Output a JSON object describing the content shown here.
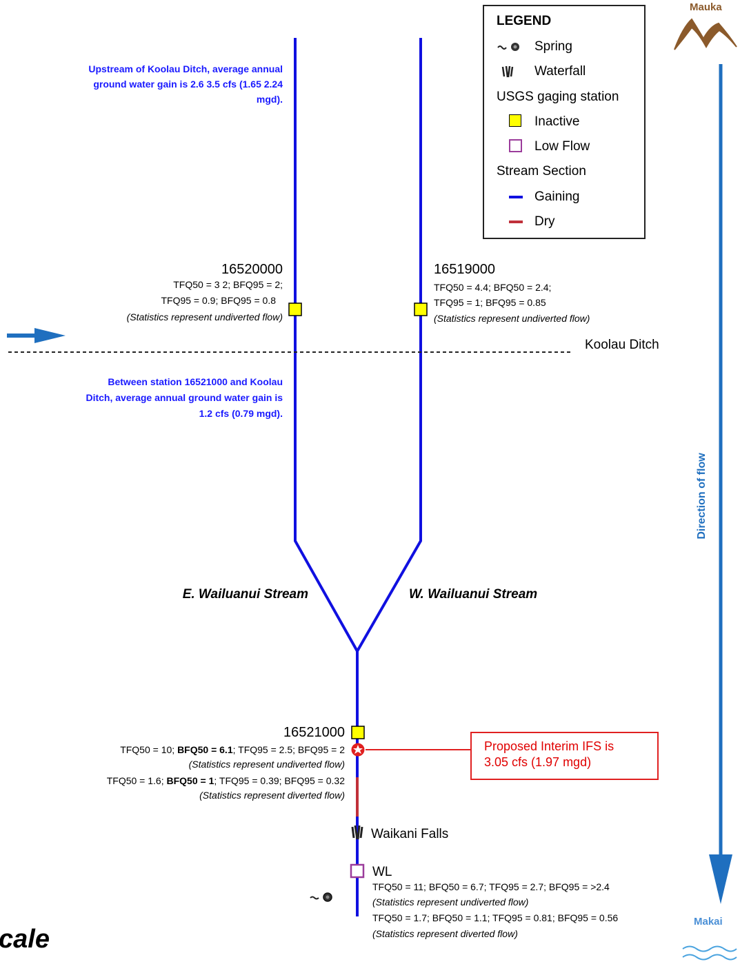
{
  "legend": {
    "title": "LEGEND",
    "spring": "Spring",
    "waterfall": "Waterfall",
    "gaging_heading": "USGS gaging station",
    "inactive": "Inactive",
    "low_flow": "Low Flow",
    "section_heading": "Stream Section",
    "gaining": "Gaining",
    "dry": "Dry"
  },
  "orientation": {
    "mauka": "Mauka",
    "makai": "Makai",
    "direction": "Direction of flow"
  },
  "notes": {
    "upstream": [
      "Upstream of Koolau Ditch, average annual",
      "ground water gain is 2.6 3.5 cfs (1.65 2.24",
      "mgd)."
    ],
    "between": [
      "Between station 16521000 and Koolau",
      "Ditch, average annual ground water gain is",
      "1.2 cfs (0.79 mgd)."
    ]
  },
  "stations": {
    "s16520000": {
      "id": "16520000",
      "line1": "TFQ50 = 3 2; BFQ95 = 2;",
      "line2": "TFQ95 = 0.9; BFQ95 = 0.8",
      "note": "(Statistics represent undiverted flow)"
    },
    "s16519000": {
      "id": "16519000",
      "line1": "TFQ50 = 4.4; BFQ50 = 2.4;",
      "line2": "TFQ95 = 1; BFQ95 = 0.85",
      "note": "(Statistics represent undiverted flow)"
    },
    "s16521000": {
      "id": "16521000",
      "a_pre": "TFQ50 = 10; ",
      "a_bold": "BFQ50 = 6.1",
      "a_post": "; TFQ95 = 2.5; BFQ95 = 2",
      "a_note": "(Statistics represent undiverted flow)",
      "b_pre": "TFQ50 = 1.6; ",
      "b_bold": "BFQ50 = 1",
      "b_post": "; TFQ95 = 0.39; BFQ95 = 0.32",
      "b_note": "(Statistics represent diverted flow)"
    },
    "wl": {
      "id": "WL",
      "line1": "TFQ50 = 11; BFQ50 = 6.7; TFQ95 = 2.7; BFQ95 = >2.4",
      "note1": "(Statistics represent undiverted flow)",
      "line2": "TFQ50 = 1.7; BFQ50 = 1.1; TFQ95 = 0.81; BFQ95 = 0.56",
      "note2": "(Statistics represent diverted flow)"
    }
  },
  "ditch": "Koolau Ditch",
  "streams": {
    "east": "E. Wailuanui Stream",
    "west": "W. Wailuanui Stream"
  },
  "ifs": {
    "line1": "Proposed Interim IFS is",
    "line2": "3.05 cfs (1.97 mgd)"
  },
  "falls": "Waikani Falls",
  "scale_label": "cale",
  "colors": {
    "gaining": "#1010e0",
    "dry": "#c0303a",
    "note_blue": "#1a1aff",
    "ifs_red": "#e02020",
    "inactive_fill": "#ffff00",
    "lowflow_border": "#9b3c9b",
    "flow_arrow": "#1f6fbf",
    "mauka": "#8b5a2b"
  }
}
